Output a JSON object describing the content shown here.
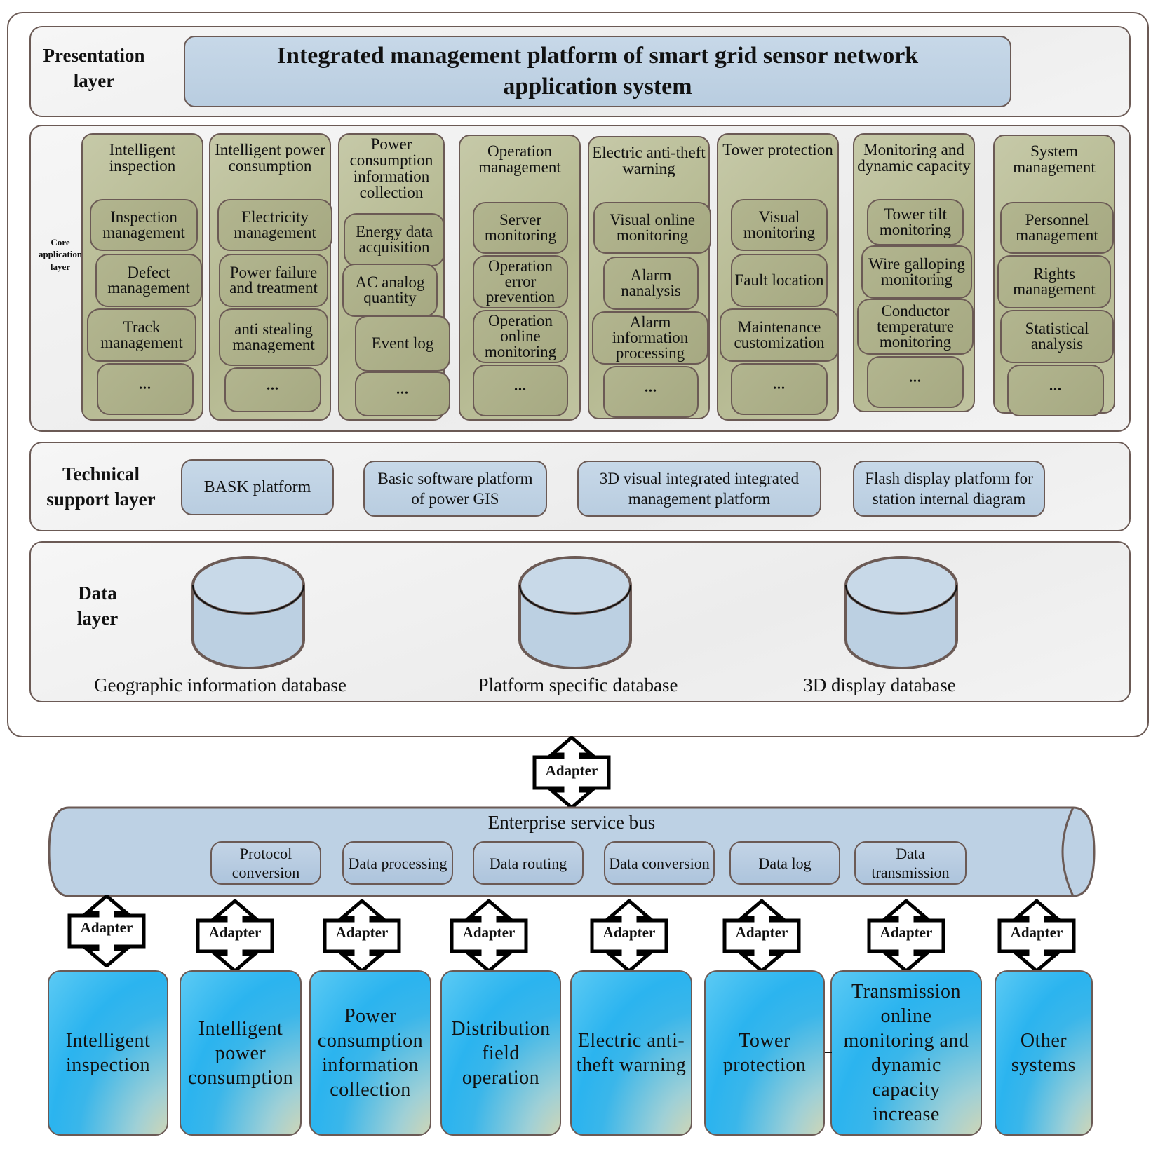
{
  "presentation_layer": {
    "label": "Presentation layer",
    "title_line1": "Integrated management platform of smart grid sensor network",
    "title_line2": "application system"
  },
  "core_layer": {
    "label": "Core application layer",
    "columns": [
      {
        "title": "Intelligent inspection",
        "items": [
          "Inspection management",
          "Defect management",
          "Track management",
          "..."
        ]
      },
      {
        "title": "Intelligent power consumption",
        "items": [
          "Electricity management",
          "Power failure and treatment",
          "anti stealing management",
          "..."
        ]
      },
      {
        "title": "Power consumption information collection",
        "items": [
          "Energy data acquisition",
          "AC analog quantity",
          "Event log",
          "..."
        ]
      },
      {
        "title": "Operation management",
        "items": [
          "Server monitoring",
          "Operation error prevention",
          "Operation online monitoring",
          "..."
        ]
      },
      {
        "title": "Electric anti-theft warning",
        "items": [
          "Visual online monitoring",
          "Alarm nanalysis",
          "Alarm information processing",
          "..."
        ]
      },
      {
        "title": "Tower protection",
        "items": [
          "Visual monitoring",
          "Fault location",
          "Maintenance customization",
          "..."
        ]
      },
      {
        "title": "Monitoring and dynamic capacity",
        "items": [
          "Tower tilt monitoring",
          "Wire galloping monitoring",
          "Conductor temperature monitoring",
          "..."
        ]
      },
      {
        "title": "System management",
        "items": [
          "Personnel management",
          "Rights management",
          "Statistical analysis",
          "..."
        ]
      }
    ]
  },
  "technical_layer": {
    "label": "Technical support layer",
    "platforms": [
      "BASK platform",
      "Basic software platform of power GIS",
      "3D visual integrated integrated management platform",
      "Flash display platform for station internal diagram"
    ]
  },
  "data_layer": {
    "label": "Data layer",
    "databases": [
      "Geographic information database",
      "Platform specific database",
      "3D display database"
    ]
  },
  "adapter_label": "Adapter",
  "esb": {
    "title": "Enterprise service bus",
    "services": [
      "Protocol conversion",
      "Data processing",
      "Data routing",
      "Data conversion",
      "Data log",
      "Data transmission"
    ]
  },
  "systems": [
    "Intelligent inspection",
    "Intelligent power consumption",
    "Power consumption information collection",
    "Distribution field operation",
    "Electric anti-theft warning",
    "Tower protection",
    "Transmission online monitoring and dynamic capacity increase",
    "Other systems"
  ],
  "colors": {
    "border": "#6b5a55",
    "blue_box": "#bcd0e3",
    "olive_box": "#b4b890",
    "system_blue": "#2bb4ef"
  }
}
